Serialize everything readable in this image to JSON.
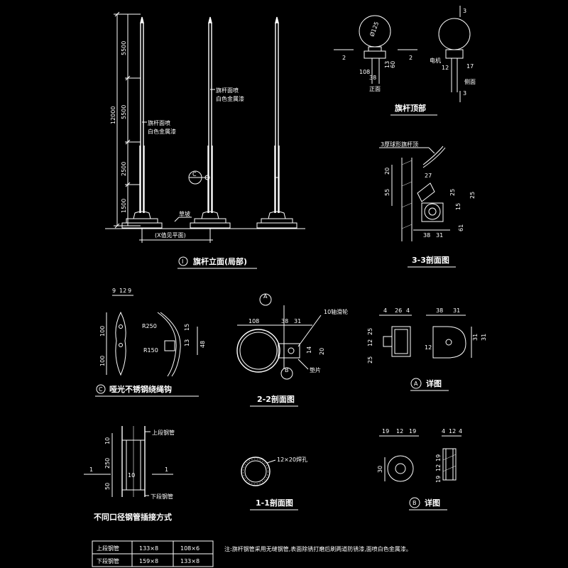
{
  "elevation": {
    "title": "旗杆立面(局部)",
    "marker": "I",
    "dim_top": "5500",
    "dim_mid": "5500",
    "dim_low": "2500",
    "dim_base": "1500",
    "dim_total": "12000",
    "note1_line1": "旗杆面喷",
    "note1_line2": "白色金属漆",
    "note2_line1": "旗杆面喷",
    "note2_line2": "白色金属漆",
    "ground": "草坡",
    "base_note": "(X值见平面)",
    "callout": "C"
  },
  "top": {
    "title": "旗杆顶部",
    "dia": "Ø125",
    "front": "正面",
    "side": "侧面",
    "motor": "电机",
    "sec_left": "2",
    "sec_right": "2",
    "sec_top": "3",
    "sec_bot": "3",
    "dims": [
      "108",
      "38",
      "13",
      "60",
      "12",
      "17"
    ]
  },
  "s33": {
    "title": "3-3剖面图",
    "note": "3厚球形旗杆顶",
    "dims": [
      "20",
      "55",
      "27",
      "25",
      "15",
      "25",
      "38",
      "31",
      "61"
    ]
  },
  "hook": {
    "title": "哑光不锈钢绕绳钩",
    "marker": "C",
    "dims_top": [
      "9",
      "12",
      "9"
    ],
    "d100a": "100",
    "d100b": "100",
    "r250": "R250",
    "r150": "R150",
    "d15": "15",
    "d13": "13",
    "d48": "48"
  },
  "s22": {
    "title": "2-2剖面图",
    "markA": "A",
    "markB": "B",
    "label_wheel": "10轴滑轮",
    "label_plate": "垫片",
    "dims": [
      "108",
      "38",
      "31",
      "14",
      "20"
    ]
  },
  "detA": {
    "title": "详图",
    "marker": "A",
    "dims_top": [
      "4",
      "26",
      "4"
    ],
    "dims_top2": [
      "38",
      "31"
    ],
    "dims_left": [
      "25",
      "12",
      "25"
    ],
    "d12": "12",
    "dims_right": [
      "31",
      "31"
    ]
  },
  "joint": {
    "title": "不同口径钢管插接方式",
    "upper": "上段钢管",
    "lower": "下段钢管",
    "sec": "1",
    "d10": "10",
    "d250": "250",
    "d10b": "10",
    "d50": "50"
  },
  "s11": {
    "title": "1-1剖面图",
    "label": "12×20焊孔"
  },
  "detB": {
    "title": "详图",
    "marker": "B",
    "dims_top": [
      "19",
      "12",
      "19"
    ],
    "dims_top2": [
      "4",
      "12",
      "4"
    ],
    "d30": "30",
    "dims_right": [
      "19",
      "12",
      "19"
    ]
  },
  "table": {
    "rows": [
      {
        "name": "上段钢管",
        "a": "133×8",
        "b": "108×6"
      },
      {
        "name": "下段钢管",
        "a": "159×8",
        "b": "133×8"
      }
    ]
  },
  "footnote": "注:旗杆钢管采用无缝钢管,表面除锈打磨后刷两道防锈漆,面喷白色金属漆。"
}
